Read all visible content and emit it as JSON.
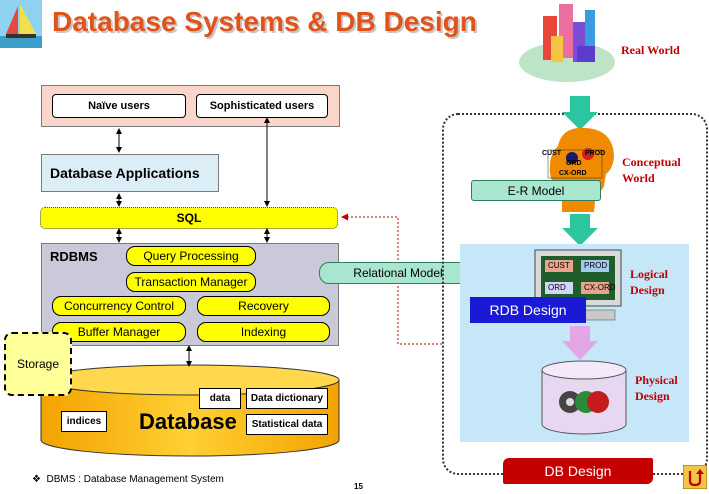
{
  "title": "Database Systems & DB Design",
  "left": {
    "users": [
      "Naïve users",
      "Sophisticated  users"
    ],
    "applications": "Database Applications",
    "sql": "SQL",
    "rdbms_label": "RDBMS",
    "components": [
      "Query Processing",
      "Transaction Manager",
      "Concurrency Control",
      "Recovery",
      "Buffer Manager",
      "Indexing"
    ],
    "storage": "Storage",
    "database": "Database",
    "db_items": [
      "data",
      "Data dictionary",
      "indices",
      "Statistical data"
    ]
  },
  "relational_model": "Relational Model",
  "right": {
    "real_world": "Real World",
    "conceptual_world": [
      "Conceptual",
      "World"
    ],
    "er_model": "E-R Model",
    "er_entities": [
      "CUST",
      "PROD",
      "ORD",
      "CX-ORD"
    ],
    "logical_design": [
      "Logical",
      "Design"
    ],
    "rdb_design": "RDB Design",
    "physical_design": [
      "Physical",
      "Design"
    ],
    "db_design": "DB Design",
    "table_labels": [
      "CUST",
      "PROD",
      "ORD",
      "CX-ORD"
    ]
  },
  "footnote": "DBMS : Database Management System",
  "page_number": "15",
  "colors": {
    "title": "#e0541b",
    "accent_yellow": "#ffff00",
    "arrow_green": "#2bc6a0",
    "label_red": "#c00000"
  },
  "icons": [
    "sailboat-icon",
    "buildings-icon",
    "head-icon",
    "monitor-icon",
    "disk-icon",
    "return-icon"
  ]
}
